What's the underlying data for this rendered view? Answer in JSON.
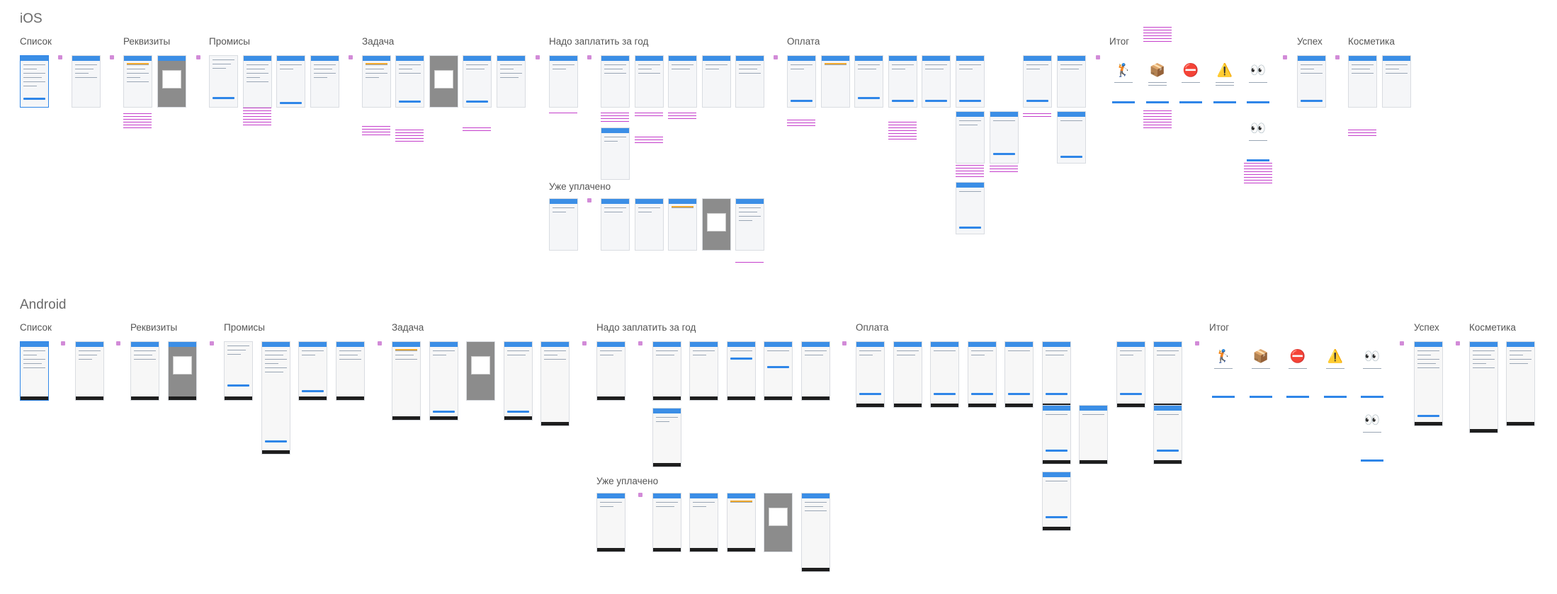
{
  "platforms": {
    "ios": "iOS",
    "android": "Android"
  },
  "ios_sections": {
    "list": "Список",
    "requisites": "Реквизиты",
    "promises": "Промисы",
    "task": "Задача",
    "pay_year": "Надо заплатить за год",
    "already_paid": "Уже уплачено",
    "payment": "Оплата",
    "result": "Итог",
    "success": "Успех",
    "cosmetics": "Косметика"
  },
  "android_sections": {
    "list": "Список",
    "requisites": "Реквизиты",
    "promises": "Промисы",
    "task": "Задача",
    "pay_year": "Надо заплатить за год",
    "already_paid": "Уже уплачено",
    "payment": "Оплата",
    "result": "Итог",
    "success": "Успех",
    "cosmetics": "Косметика"
  },
  "result_icons": [
    "golfer-icon",
    "package-icon",
    "no-entry-icon",
    "warning-icon",
    "eyes-icon"
  ],
  "colors": {
    "accent": "#3b8ee6",
    "note": "#c43ecb",
    "marker": "#d28bd8",
    "android_nav": "#1e1e1e"
  }
}
